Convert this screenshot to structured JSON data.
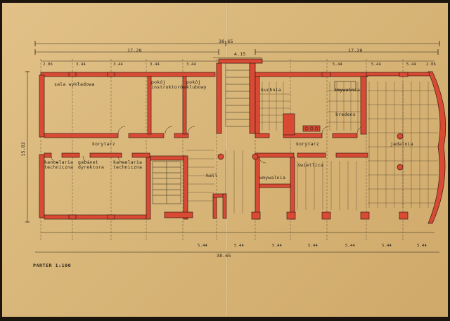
{
  "colors": {
    "paper": "#dbb97c",
    "ink": "#2b2418",
    "wall_fill": "#d94a35",
    "wall_outline": "#3a1a10"
  },
  "plan": {
    "scale_label": "PARTER  1:100",
    "total_width": "38.65",
    "half_width_left": "17.20",
    "half_width_right": "17.20",
    "stair_dim": "4.15",
    "side_dim": "15.82",
    "rooms": {
      "lecture_hall": "sala wykładowa",
      "instructors_room": "pokój instruktorów",
      "club_room": "pokój klubowy",
      "kitchen": "kuchnia",
      "scullery": "zmywalnia",
      "storage": "kredens",
      "corridor_left": "korytarz",
      "corridor_right": "korytarz",
      "dining_room": "jadalnia",
      "tech_office_left": "kancelaria techniczna",
      "director_office": "gabinet dyrektora",
      "tech_office_right": "kancelaria techniczna",
      "hall": "hall",
      "washroom": "umywalnia",
      "common_room": "świetlica"
    },
    "bay_dims_bottom": [
      "5.44",
      "5.44",
      "5.44",
      "5.44",
      "5.44",
      "5.44",
      "5.44"
    ],
    "bay_dims_top_left": [
      "2.06",
      "3.44",
      "3.44",
      "3.44",
      "3.44"
    ],
    "bay_dims_top_right": [
      "5.44",
      "5.44",
      "5.44",
      "2.06"
    ]
  }
}
